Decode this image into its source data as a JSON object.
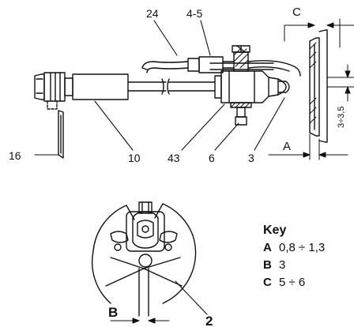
{
  "labels": {
    "p24": "24",
    "p45": "4-5",
    "p16": "16",
    "p10": "10",
    "p43": "43",
    "p6": "6",
    "p3": "3",
    "p2": "2"
  },
  "dimensions": {
    "a": "A",
    "b": "B",
    "c": "C",
    "gap": "3÷3,5"
  },
  "key": {
    "title": "Key",
    "rows": [
      {
        "letter": "A",
        "value": "0,8 ÷ 1,3"
      },
      {
        "letter": "B",
        "value": "3"
      },
      {
        "letter": "C",
        "value": "5 ÷ 6"
      }
    ]
  }
}
